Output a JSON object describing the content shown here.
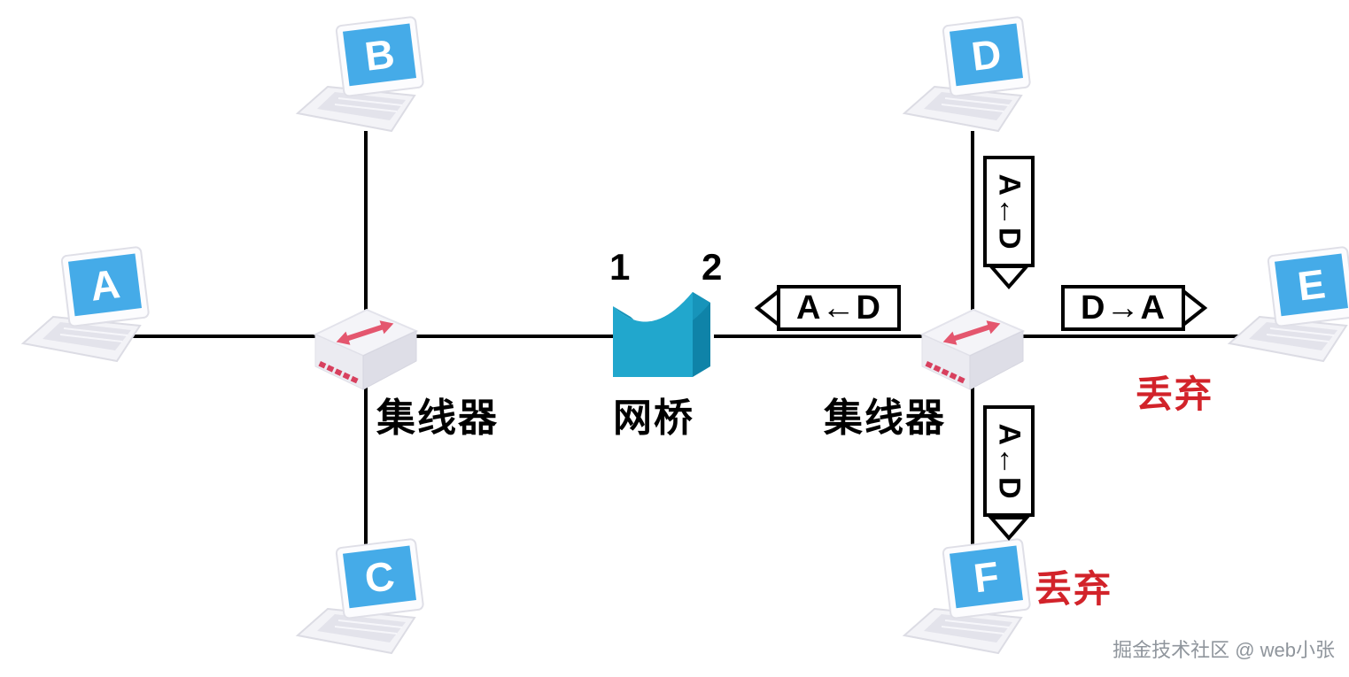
{
  "devices": {
    "laptop_a": {
      "label": "A"
    },
    "laptop_b": {
      "label": "B"
    },
    "laptop_c": {
      "label": "C"
    },
    "laptop_d": {
      "label": "D"
    },
    "laptop_e": {
      "label": "E"
    },
    "laptop_f": {
      "label": "F"
    },
    "hub_left": {
      "label": "集线器"
    },
    "hub_right": {
      "label": "集线器"
    },
    "bridge": {
      "label": "网桥",
      "port_left": "1",
      "port_right": "2"
    }
  },
  "frames": {
    "bridge_to_left": {
      "text": "A←D",
      "direction": "left"
    },
    "d_to_hub": {
      "text": "A←D",
      "direction": "down"
    },
    "hub_to_e": {
      "text": "D→A",
      "direction": "right"
    },
    "hub_to_f": {
      "text": "A←D",
      "direction": "down"
    }
  },
  "annotations": {
    "discard_e": "丢弃",
    "discard_f": "丢弃"
  },
  "watermark": "掘金技术社区 @ web小张",
  "colors": {
    "laptop_screen": "#45ABE8",
    "hub_accent": "#E4566E",
    "bridge_front": "#21A7CD",
    "bridge_side": "#0F83A8",
    "discard_red": "#D2232A",
    "wire": "#000000"
  }
}
